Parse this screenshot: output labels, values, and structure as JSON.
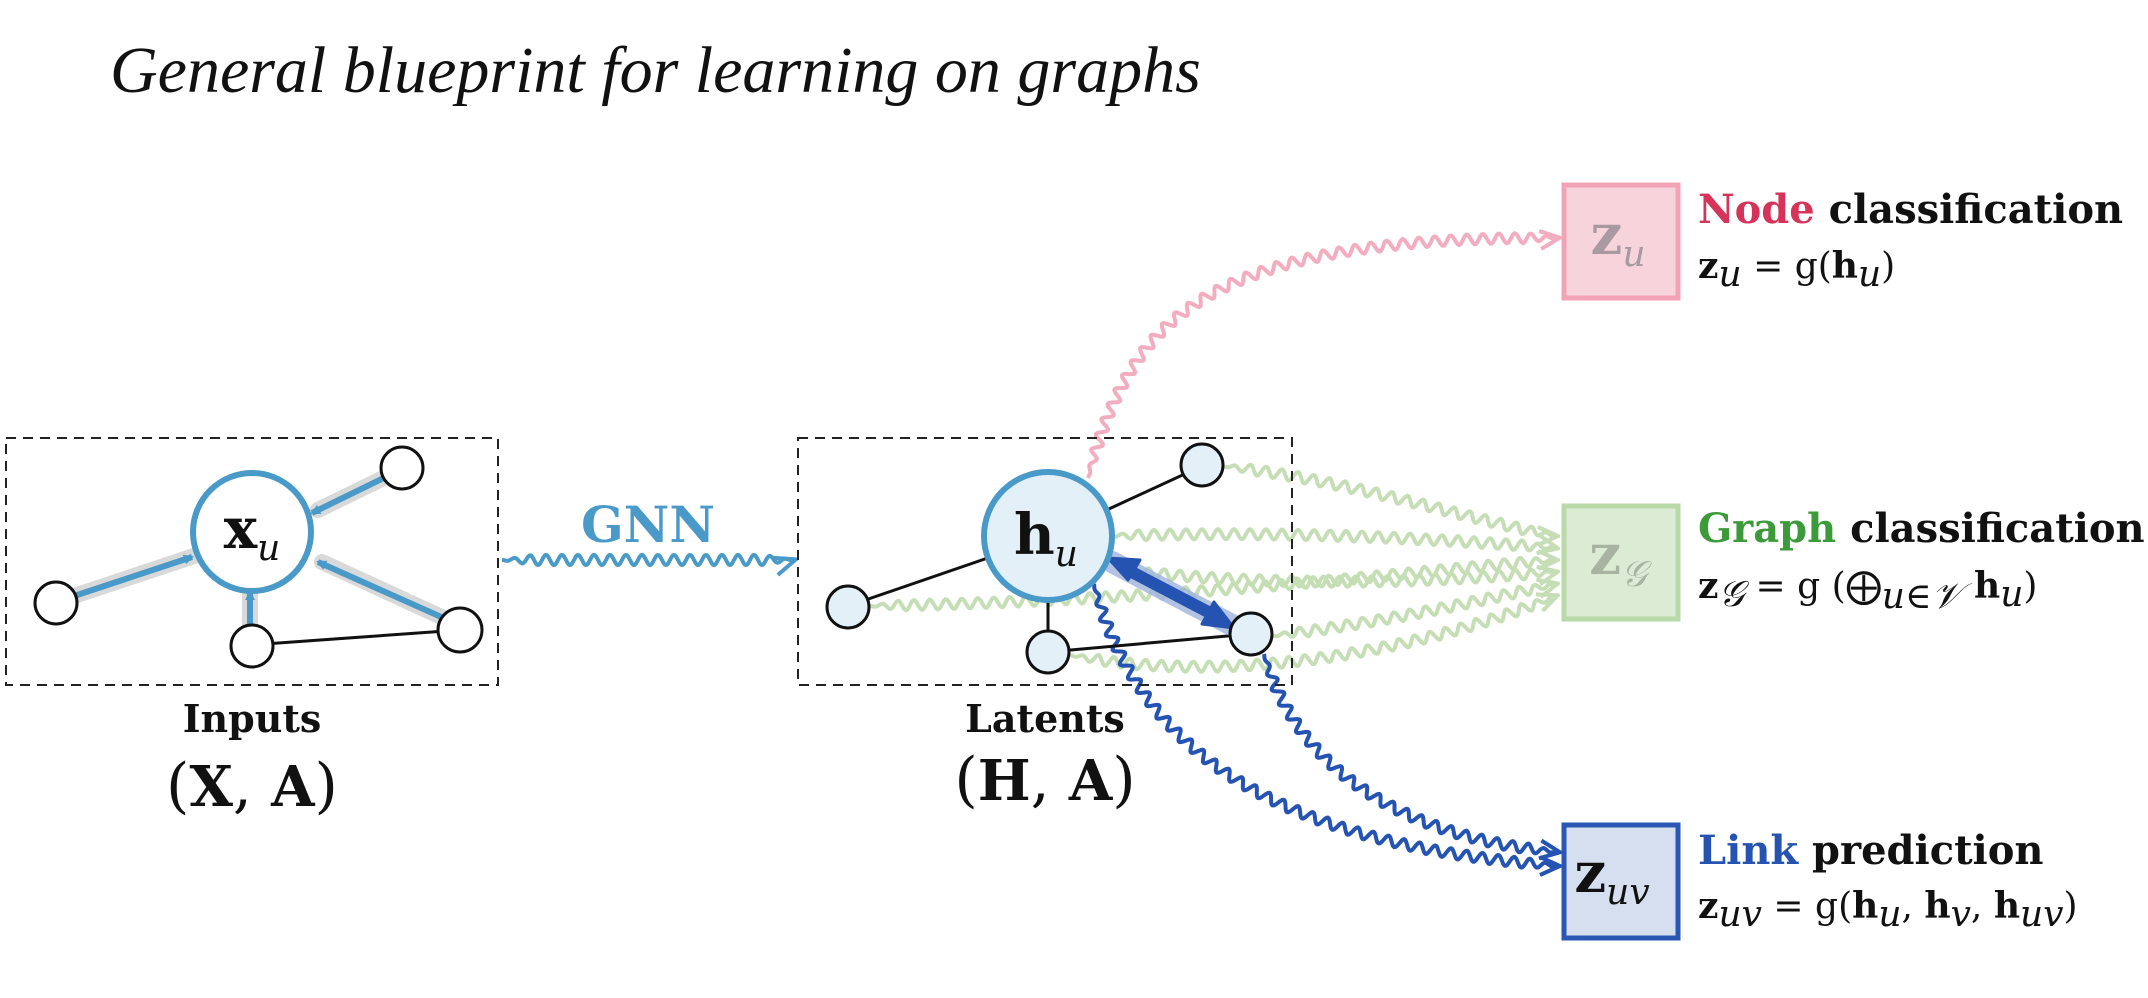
{
  "title": "General blueprint for learning on graphs",
  "inputs": {
    "label": "Inputs",
    "math_open": "(",
    "math_X": "X",
    "math_comma": ", ",
    "math_A": "A",
    "math_close": ")",
    "node_main_base": "x",
    "node_main_sub": "u"
  },
  "gnn_label": "GNN",
  "latents": {
    "label": "Latents",
    "math_open": "(",
    "math_H": "H",
    "math_comma": ", ",
    "math_A": "A",
    "math_close": ")",
    "node_main_base": "h",
    "node_main_sub": "u"
  },
  "tasks": {
    "node": {
      "box_base": "z",
      "box_sub": "u",
      "keyword": "Node",
      "rest": " classification",
      "f_z": "z",
      "f_zsub": "u",
      "f_eq": " = g(",
      "f_h": "h",
      "f_hsub": "u",
      "f_close": ")",
      "color": "#d6335a",
      "box_fill": "#f7d4dc",
      "box_stroke": "#f2a3b6",
      "link": "#f3adc0"
    },
    "graph": {
      "box_base": "z",
      "box_sub": "𝒢",
      "keyword": "Graph",
      "rest": " classification",
      "f_z": "z",
      "f_zsub": "𝒢",
      "f_eq": " = g (",
      "f_op": "⨁",
      "f_opsub": "u∈𝒱",
      "f_h": " h",
      "f_hsub": "u",
      "f_close": ")",
      "color": "#3d9a3a",
      "box_fill": "#dcebd3",
      "box_stroke": "#b9d9a8",
      "link": "#c6deb5"
    },
    "link": {
      "box_base": "z",
      "box_sub": "uv",
      "keyword": "Link",
      "rest": " prediction",
      "f_z": "z",
      "f_zsub": "uv",
      "f_eq": " = g(",
      "f_h1": "h",
      "f_h1sub": "u",
      "f_c1": ", ",
      "f_h2": "h",
      "f_h2sub": "v",
      "f_c2": ", ",
      "f_h3": "h",
      "f_h3sub": "uv",
      "f_close": ")",
      "color": "#2453b2",
      "box_fill": "#d5dff0",
      "box_stroke": "#2a57b4",
      "link": "#2453b2"
    }
  },
  "colors": {
    "accent_blue": "#4a9ac9",
    "node_fill": "#e4f0f8",
    "edge": "#111111",
    "halo": "#d9d9d9"
  }
}
